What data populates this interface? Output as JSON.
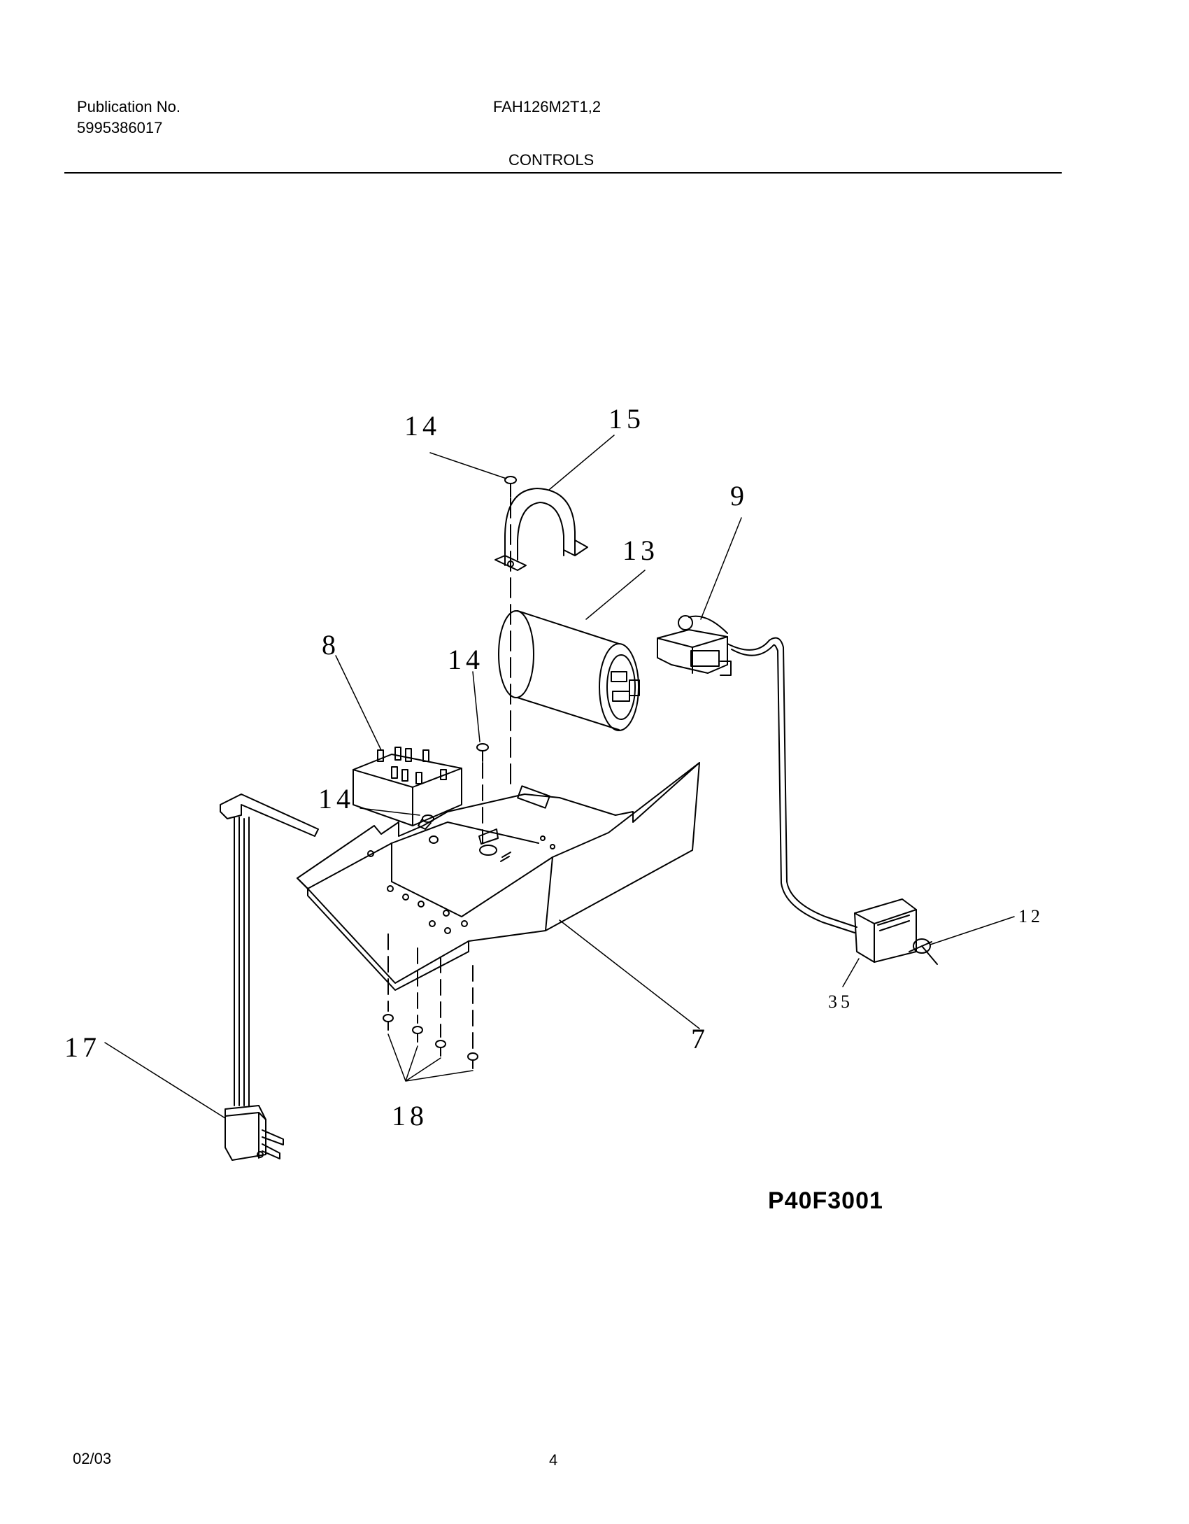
{
  "header": {
    "publication_label": "Publication No.",
    "publication_number": "5995386017",
    "model": "FAH126M2T1,2",
    "section_title": "CONTROLS"
  },
  "callouts": {
    "c14_top": "14",
    "c15": "15",
    "c9": "9",
    "c13": "13",
    "c8": "8",
    "c14_mid": "14",
    "c14_left": "14",
    "c12": "12",
    "c35": "35",
    "c7": "7",
    "c17": "17",
    "c18": "18"
  },
  "figure_code": "P40F3001",
  "footer": {
    "date": "02/03",
    "page": "4"
  }
}
